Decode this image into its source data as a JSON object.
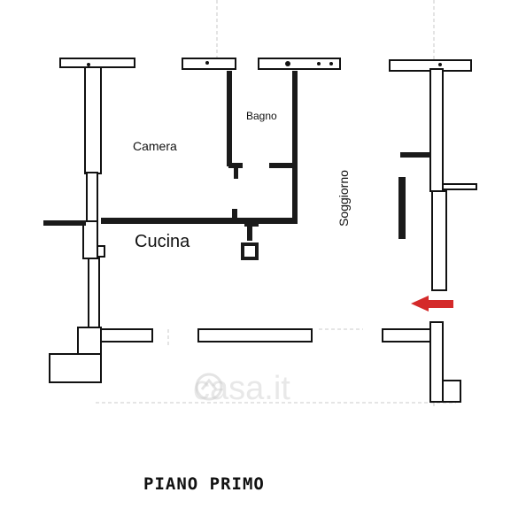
{
  "rooms": {
    "camera": "Camera",
    "bagno": "Bagno",
    "cucina": "Cucina",
    "soggiorno": "Soggiorno"
  },
  "floor_title": "PIANO PRIMO",
  "watermark": "casa.it",
  "colors": {
    "wall_fill": "#ffffff",
    "wall_stroke": "#111111",
    "interior_wall": "#1a1a1a",
    "arrow": "#d42a2a",
    "guide_line": "#bbbbbb"
  },
  "icons": {
    "entrance": "left-arrow-icon",
    "watermark_logo": "house-logo-icon"
  }
}
